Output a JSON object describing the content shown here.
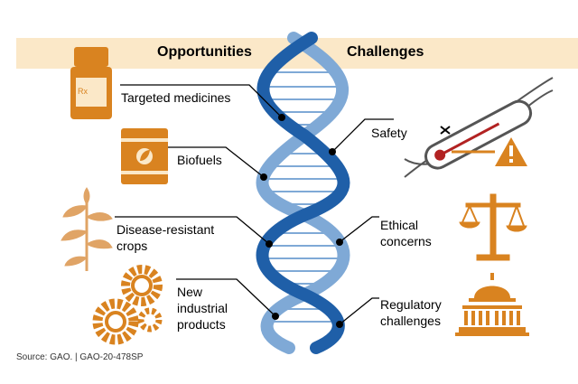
{
  "header": {
    "left": "Opportunities",
    "right": "Challenges"
  },
  "opportunities": [
    {
      "label": "Targeted medicines",
      "icon": "medicine-bottle-icon"
    },
    {
      "label": "Biofuels",
      "icon": "biofuel-barrel-icon"
    },
    {
      "label": "Disease-resistant crops",
      "icon": "crop-plant-icon"
    },
    {
      "label": "New industrial products",
      "icon": "gears-icon"
    }
  ],
  "challenges": [
    {
      "label": "Safety",
      "icon": "thermometer-warning-icon"
    },
    {
      "label": "Ethical concerns",
      "icon": "scales-icon"
    },
    {
      "label": "Regulatory challenges",
      "icon": "capitol-building-icon"
    }
  ],
  "source": "Source: GAO.  |  GAO-20-478SP",
  "colors": {
    "orange": "#d98320",
    "dark_blue": "#1f5fa8",
    "light_blue": "#7fa9d6",
    "band": "#fbe8c8"
  }
}
